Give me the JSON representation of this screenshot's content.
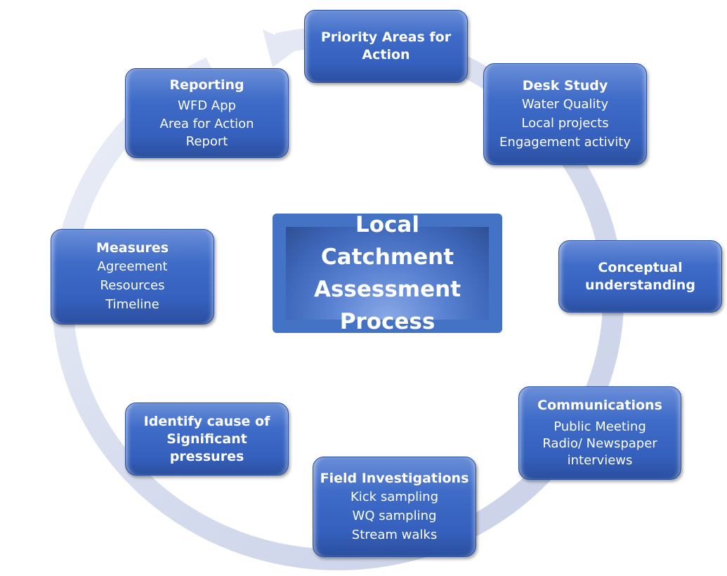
{
  "center_title": "Local Catchment\nAssessment\nProcess",
  "steps": [
    {
      "title": "Priority Areas for Action",
      "items": []
    },
    {
      "title": "Desk Study",
      "items": [
        "Water Quality",
        "Local projects",
        "Engagement activity"
      ]
    },
    {
      "title": "Conceptual understanding",
      "items": []
    },
    {
      "title": "Communications",
      "items": [
        "Public Meeting",
        "Radio/ Newspaper interviews"
      ]
    },
    {
      "title": "Field Investigations",
      "items": [
        "Kick sampling",
        "WQ sampling",
        "Stream walks"
      ]
    },
    {
      "title": "Identify cause of Significant pressures",
      "items": []
    },
    {
      "title": "Measures",
      "items": [
        "Agreement",
        "Resources",
        "Timeline"
      ]
    },
    {
      "title": "Reporting",
      "items": [
        "WFD App",
        "Area for Action Report"
      ]
    }
  ],
  "colors": {
    "box": "#4472c4",
    "ring": "#dfe4f2"
  }
}
